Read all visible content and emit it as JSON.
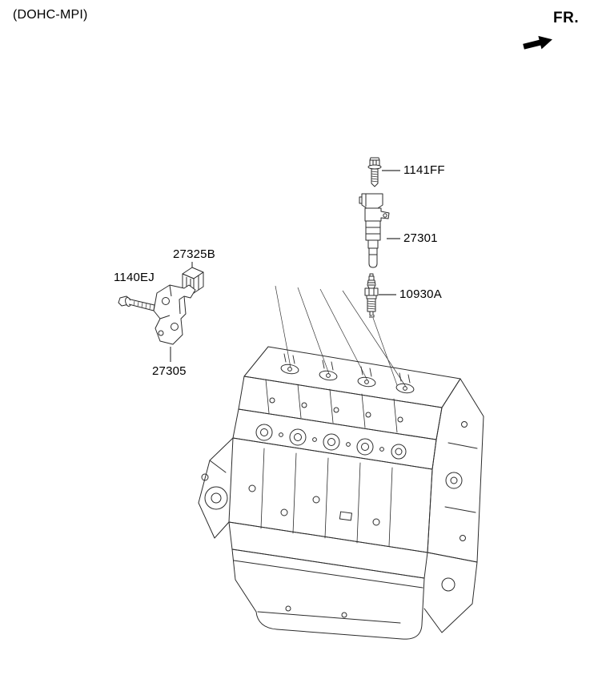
{
  "header": {
    "engine_type": "(DOHC-MPI)",
    "fr_label": "FR."
  },
  "part_labels": [
    {
      "code": "1141FF"
    },
    {
      "code": "27301"
    },
    {
      "code": "10930A"
    },
    {
      "code": "27325B"
    },
    {
      "code": "1140EJ"
    },
    {
      "code": "27305"
    }
  ],
  "colors": {
    "line": "#2b2b2b",
    "text": "#000000",
    "background": "#ffffff"
  }
}
